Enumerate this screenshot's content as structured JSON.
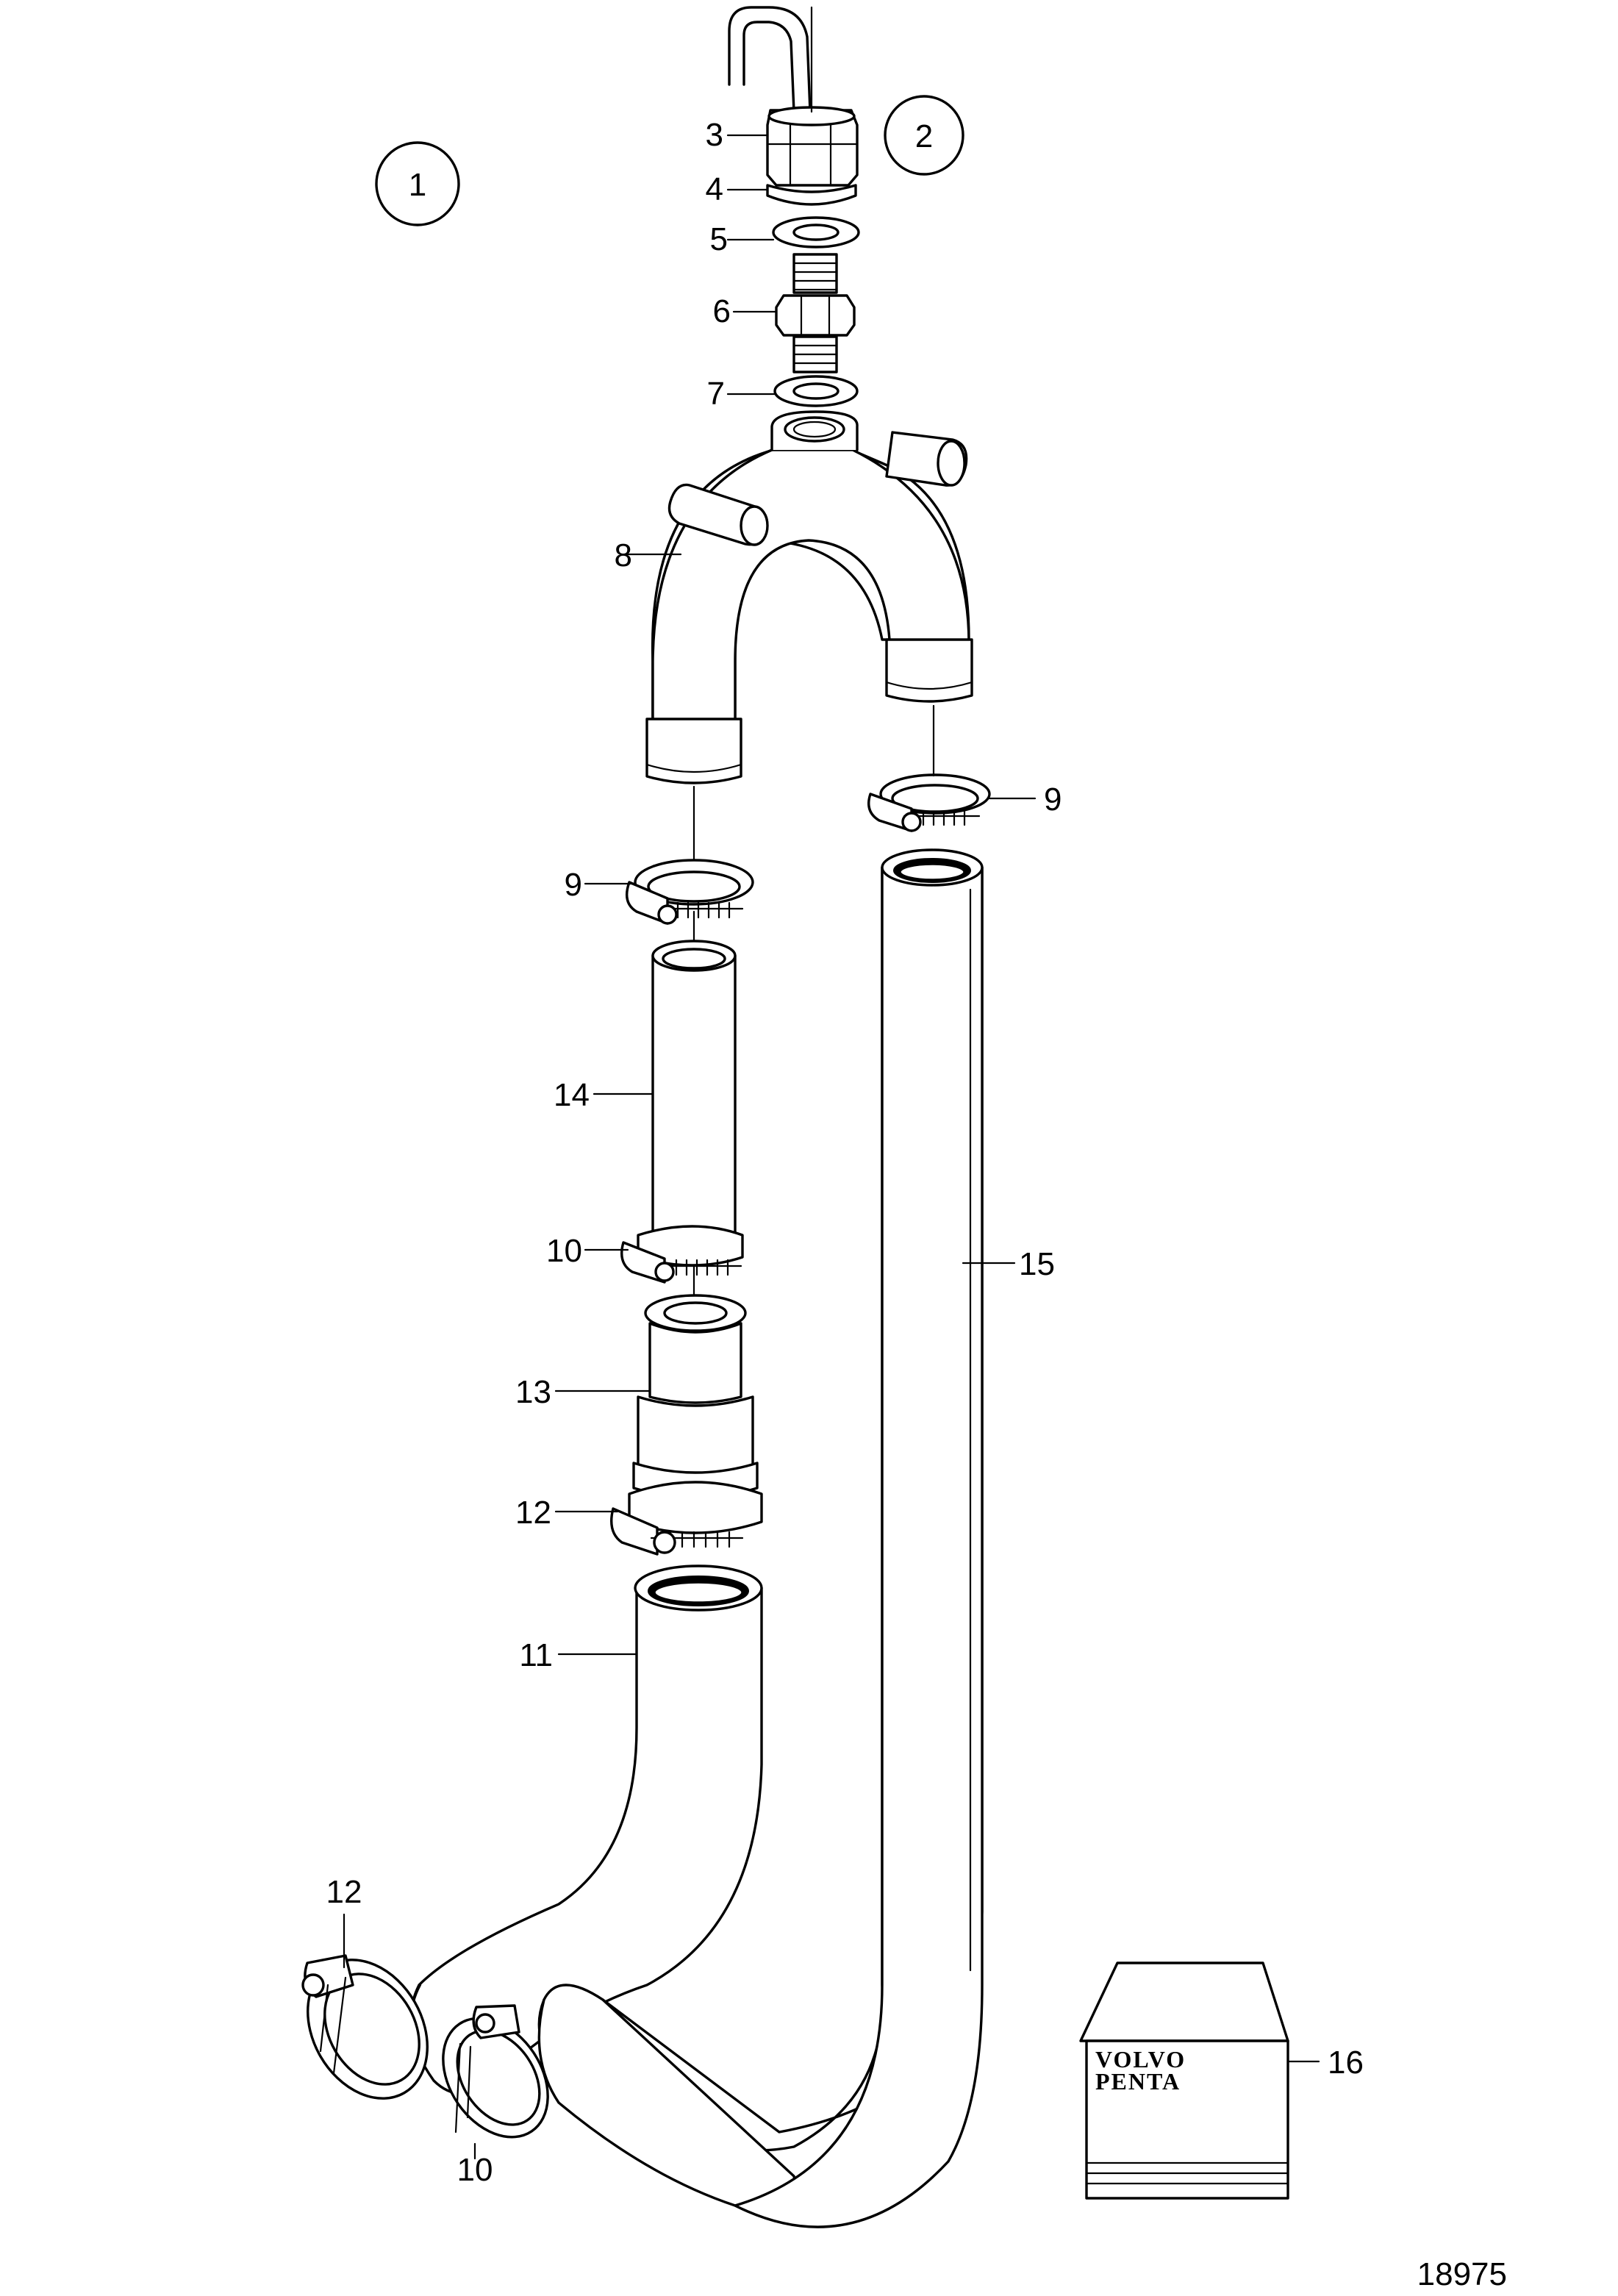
{
  "labels": {
    "view_1": "1",
    "view_2": "2",
    "p3": "3",
    "p4": "4",
    "p5": "5",
    "p6": "6",
    "p7": "7",
    "p8": "8",
    "p9a": "9",
    "p9b": "9",
    "p10a": "10",
    "p10b": "10",
    "p11": "11",
    "p12a": "12",
    "p12b": "12",
    "p13": "13",
    "p14": "14",
    "p15": "15",
    "p16": "16"
  },
  "kit": {
    "brand_line1": "VOLVO",
    "brand_line2": "PENTA"
  },
  "figure_number": "18975"
}
